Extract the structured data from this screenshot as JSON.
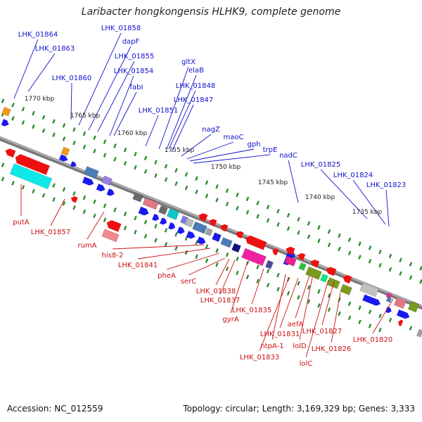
{
  "title": "Laribacter hongkongensis HLHK9, complete genome",
  "footer": {
    "accession": "Accession: NC_012559",
    "topology": "Topology: circular; Length: 3,169,329 bp; Genes: 3,333"
  },
  "scale_labels": [
    "1770 kbp",
    "1765 kbp",
    "1760 kbp",
    "1755 kbp",
    "1750 kbp",
    "1745 kbp",
    "1740 kbp",
    "1735 kbp"
  ],
  "top_labels": [
    "LHK_01864",
    "LHK_01863",
    "LHK_01858",
    "dapF",
    "LHK_01855",
    "LHK_01854",
    "LHK_01860",
    "fabI",
    "gltX",
    "elaB",
    "LHK_01848",
    "LHK_01847",
    "LHK_01851",
    "nagZ",
    "maoC",
    "gph",
    "trpE",
    "nadC",
    "LHK_01825",
    "LHK_01824",
    "LHK_01823"
  ],
  "bottom_labels": [
    "putA",
    "LHK_01857",
    "rumA",
    "his8-2",
    "LHK_01841",
    "pheA",
    "serC",
    "LHK_01838",
    "LHK_01837",
    "LHK_01835",
    "gyrA",
    "aefA",
    "LHK_01831",
    "ntpA-1",
    "LHK_01833",
    "lolD",
    "lolC",
    "LHK_01827",
    "LHK_01826",
    "LHK_01820"
  ],
  "colors": {
    "forward_label": "#1010cc",
    "reverse_label": "#cc1010",
    "forward_gene": "#1a1aee",
    "reverse_gene": "#ee1010",
    "backbone": "#7a7a7a",
    "tick": "#2a8a2a"
  }
}
